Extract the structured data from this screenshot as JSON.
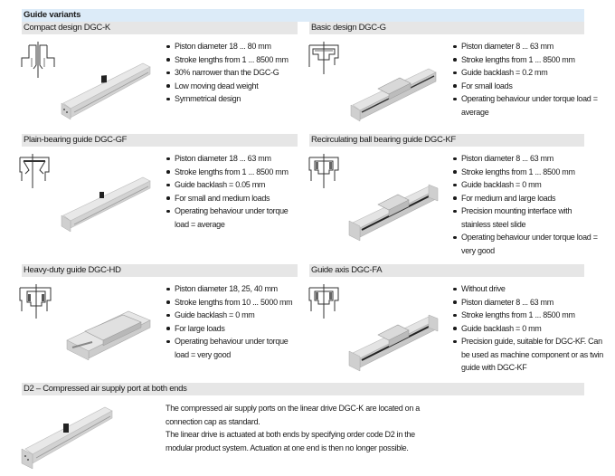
{
  "header": {
    "title": "Guide variants"
  },
  "variants": [
    {
      "title": "Compact design DGC-K",
      "icon": "compact-guide-cross-section-icon",
      "image": "linear-drive-dgc-k-image",
      "features": [
        "Piston diameter 18 ... 80 mm",
        "Stroke lengths from 1 ... 8500 mm",
        "30% narrower than the DGC-G",
        "Low moving dead weight",
        "Symmetrical design"
      ]
    },
    {
      "title": "Basic design DGC-G",
      "icon": "basic-guide-cross-section-icon",
      "image": "linear-drive-dgc-g-image",
      "features": [
        "Piston diameter 8 ... 63 mm",
        "Stroke lengths from 1 ... 8500 mm",
        "Guide backlash = 0.2 mm",
        "For small loads",
        "Operating behaviour under torque load = average"
      ]
    },
    {
      "title": "Plain-bearing guide DGC-GF",
      "icon": "plain-bearing-cross-section-icon",
      "image": "linear-drive-dgc-gf-image",
      "features": [
        "Piston diameter 18 ... 63 mm",
        "Stroke lengths from 1 ... 8500 mm",
        "Guide backlash = 0.05 mm",
        "For small and medium loads",
        "Operating behaviour under torque load = average"
      ]
    },
    {
      "title": "Recirculating ball bearing guide DGC-KF",
      "icon": "ball-bearing-cross-section-icon",
      "image": "linear-drive-dgc-kf-image",
      "features": [
        "Piston diameter 8 ... 63 mm",
        "Stroke lengths from 1 ... 8500 mm",
        "Guide backlash = 0 mm",
        "For medium and large loads",
        "Precision mounting interface with stainless steel slide",
        "Operating behaviour under torque load = very good"
      ]
    },
    {
      "title": "Heavy-duty guide DGC-HD",
      "icon": "heavy-duty-cross-section-icon",
      "image": "linear-drive-dgc-hd-image",
      "features": [
        "Piston diameter 18, 25, 40 mm",
        "Stroke lengths from 10 ... 5000 mm",
        "Guide backlash = 0 mm",
        "For large loads",
        "Operating behaviour under torque load = very good"
      ]
    },
    {
      "title": "Guide axis DGC-FA",
      "icon": "guide-axis-cross-section-icon",
      "image": "guide-axis-dgc-fa-image",
      "features": [
        "Without drive",
        "Piston diameter 8 ... 63 mm",
        "Stroke lengths from 1 ... 8500 mm",
        "Guide backlash = 0 mm",
        "Precision guide, suitable for DGC-KF. Can be used as machine component or as twin guide with DGC-KF"
      ]
    }
  ],
  "d2": {
    "title": "D2 – Compressed air supply port at both ends",
    "image": "linear-drive-d2-image",
    "lines": [
      "The compressed air supply ports on the linear drive DGC-K are located on a",
      "connection cap as standard.",
      "The linear drive is actuated at both ends by specifying order code D2 in the",
      "modular product system. Actuation at one end is then no longer possible."
    ]
  },
  "colors": {
    "header_bg": "#dcebf8",
    "subheader_bg": "#e6e6e6",
    "text": "#1a1a1a"
  }
}
